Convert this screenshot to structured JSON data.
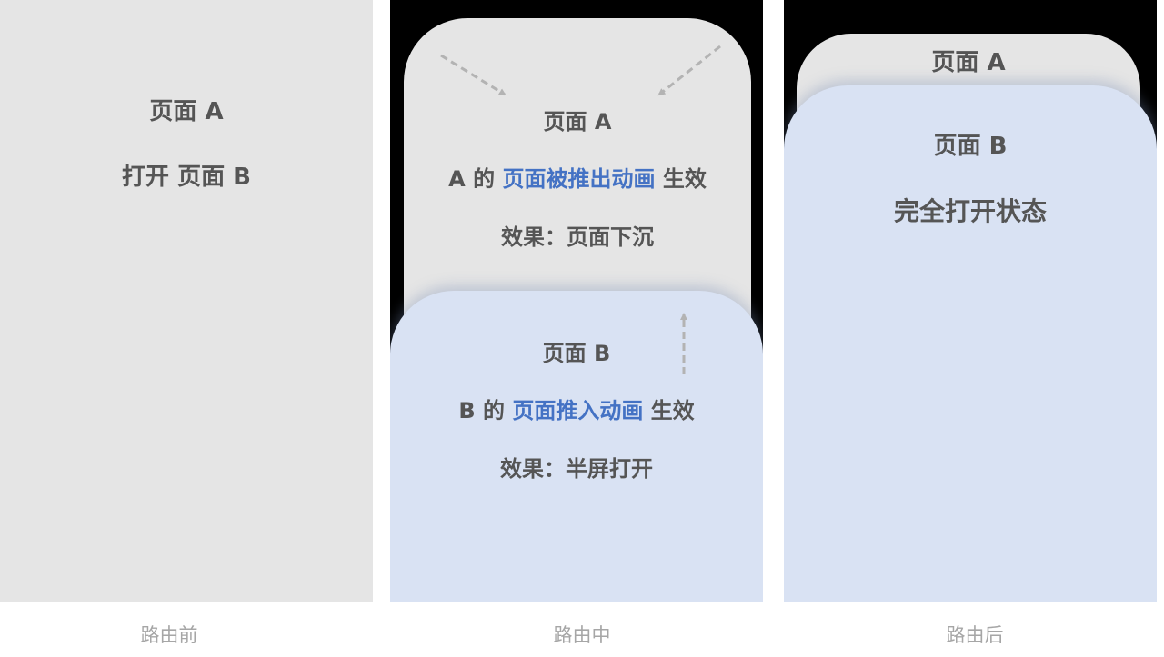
{
  "before": {
    "page_a": "页面 A",
    "open_b": "打开 页面 B",
    "caption": "路由前"
  },
  "during": {
    "page_a": {
      "title": "页面 A",
      "line_prefix": "A 的 ",
      "line_highlight": "页面被推出动画",
      "line_suffix": " 生效",
      "effect": "效果：页面下沉"
    },
    "page_b": {
      "title": "页面 B",
      "line_prefix": "B 的 ",
      "line_highlight": "页面推入动画",
      "line_suffix": " 生效",
      "effect": "效果：半屏打开"
    },
    "caption": "路由中"
  },
  "after": {
    "page_a": "页面 A",
    "page_b": "页面 B",
    "state": "完全打开状态",
    "caption": "路由后"
  },
  "colors": {
    "page_a_bg": "#e5e5e5",
    "page_b_bg": "#d9e2f3",
    "highlight": "#4472c4",
    "text": "#555555",
    "arrow": "#b3b3b3"
  }
}
